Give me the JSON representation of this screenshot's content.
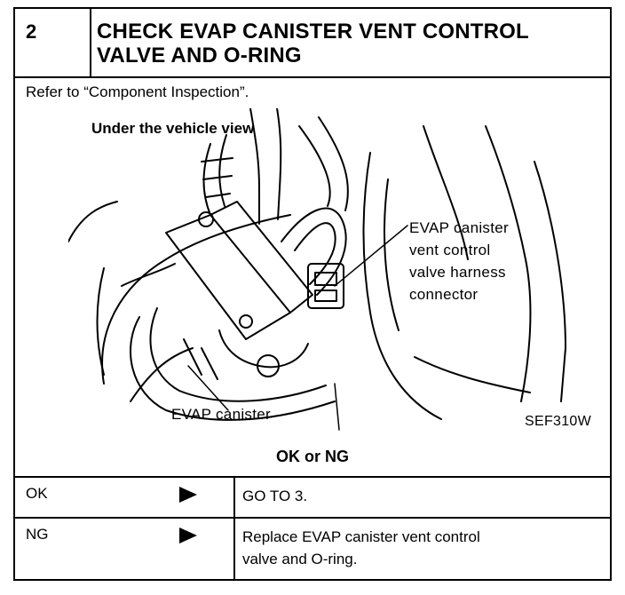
{
  "step": {
    "number": "2",
    "title_line1": "CHECK EVAP CANISTER VENT CONTROL",
    "title_line2": "VALVE AND O-RING"
  },
  "instruction": "Refer to “Component Inspection”.",
  "figure": {
    "view_label": "Under the vehicle view",
    "connector_label_lines": [
      "EVAP canister",
      "vent control",
      "valve harness",
      "connector"
    ],
    "canister_label": "EVAP canister",
    "figure_code": "SEF310W"
  },
  "result_heading": "OK or NG",
  "results": [
    {
      "status": "OK",
      "action_lines": [
        "GO TO 3."
      ]
    },
    {
      "status": "NG",
      "action_lines": [
        "Replace EVAP canister vent control",
        "valve and O-ring."
      ]
    }
  ]
}
